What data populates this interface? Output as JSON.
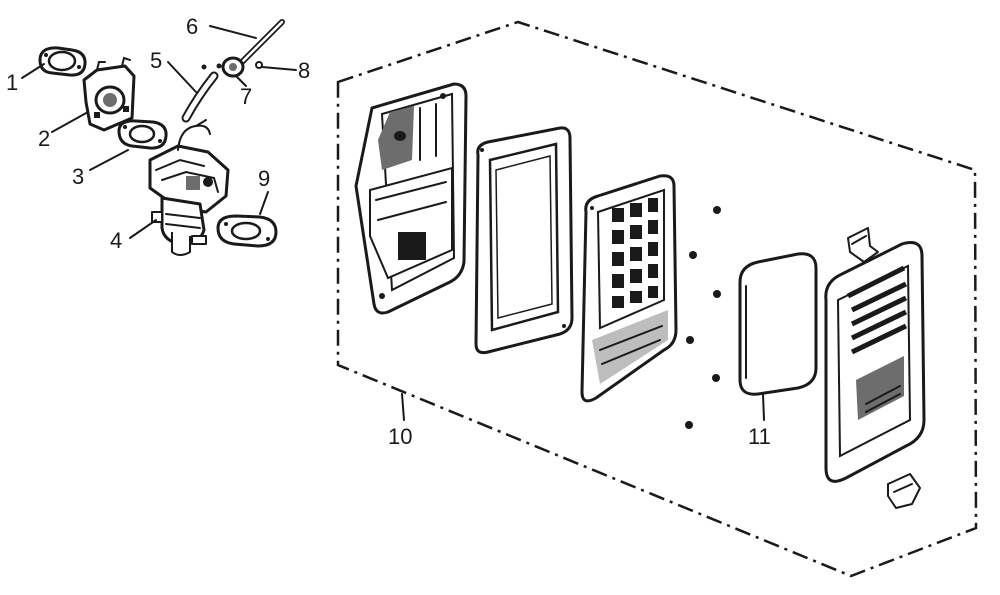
{
  "diagram": {
    "callouts": [
      "1",
      "2",
      "3",
      "4",
      "5",
      "6",
      "7",
      "8",
      "9",
      "10",
      "11"
    ],
    "colors": {
      "ink": "#1a1a1a",
      "shade": "#6d6d6d",
      "light": "#bdbdbd",
      "paper": "#ffffff"
    }
  }
}
